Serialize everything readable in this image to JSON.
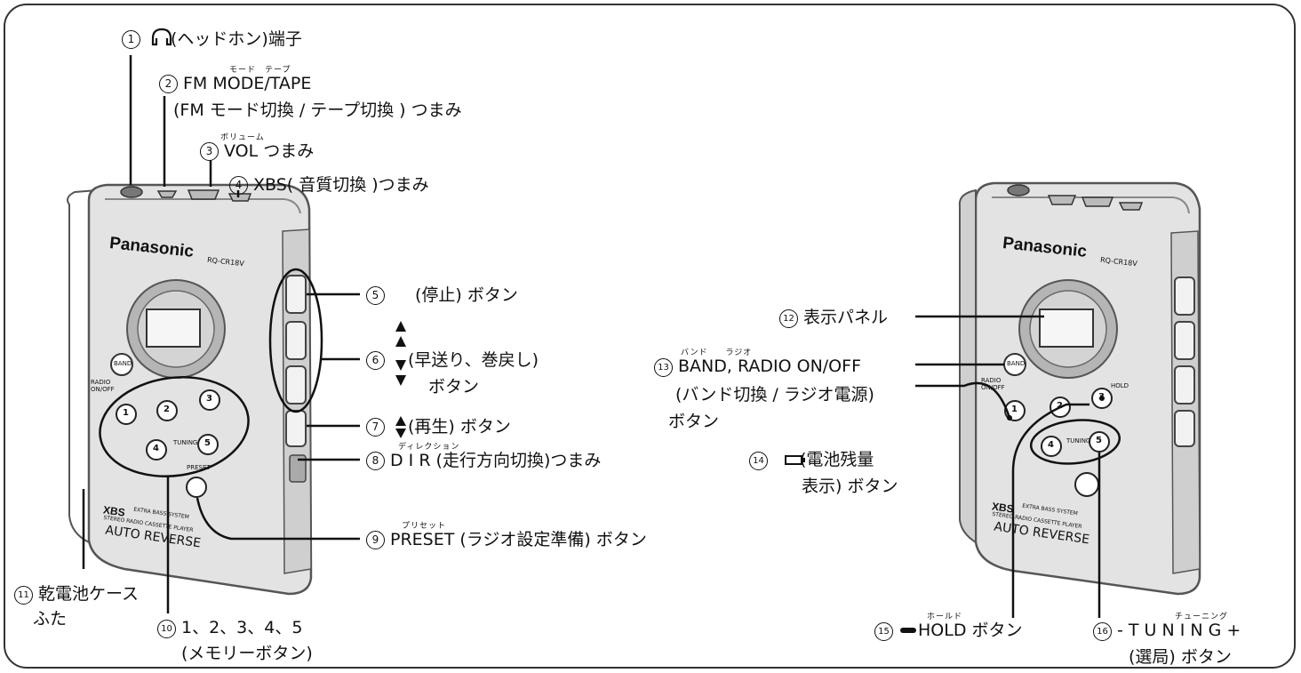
{
  "colors": {
    "line": "#111111",
    "device_body": "#e6e6e6",
    "device_edge": "#9a9a9a",
    "display": "#cfcfcf"
  },
  "device_left": {
    "brand": "Panasonic",
    "model": "RQ-CR18V",
    "xbs": "XBS",
    "xbs_sub": "EXTRA BASS SYSTEM",
    "stereo": "STEREO RADIO CASSETTE PLAYER",
    "auto_reverse": "AUTO REVERSE",
    "band_btn": "BAND",
    "radio_onoff": "RADIO ON/OFF",
    "tuning": "TUNING",
    "preset": "PRESET",
    "memory_buttons": [
      "1",
      "2",
      "3",
      "4",
      "5"
    ]
  },
  "device_right": {
    "brand": "Panasonic",
    "model": "RQ-CR18V",
    "xbs": "XBS",
    "xbs_sub": "EXTRA BASS SYSTEM",
    "stereo": "STEREO RADIO CASSETTE PLAYER",
    "auto_reverse": "AUTO REVERSE",
    "band_btn": "BAND",
    "radio_onoff": "RADIO ON/OFF",
    "tuning": "TUNING",
    "hold": "HOLD",
    "memory_buttons": [
      "1",
      "2",
      "3",
      "4",
      "5"
    ]
  },
  "labels": {
    "l1": {
      "num": "1",
      "text": "(ヘッドホン)端子"
    },
    "l2": {
      "num": "2",
      "ruby": "モード　テープ",
      "text": "FM MODE/TAPE",
      "text2": "(FM モード切換 / テープ切換 ) つまみ"
    },
    "l3": {
      "num": "3",
      "ruby": "ボリューム",
      "text": "VOL つまみ"
    },
    "l4": {
      "num": "4",
      "text": "XBS( 音質切換 )つまみ"
    },
    "l5": {
      "num": "5",
      "text": "(停止) ボタン"
    },
    "l6": {
      "num": "6",
      "text": "(早送り、巻戻し)",
      "text2": "ボタン"
    },
    "l7": {
      "num": "7",
      "text": "(再生) ボタン"
    },
    "l8": {
      "num": "8",
      "ruby": "ディレクション",
      "text": "D I R (走行方向切換)つまみ"
    },
    "l9": {
      "num": "9",
      "ruby": "プリセット",
      "text": "PRESET (ラジオ設定準備) ボタン"
    },
    "l10": {
      "num": "10",
      "text": "1、2、3、4、5",
      "text2": "(メモリーボタン)"
    },
    "l11": {
      "num": "11",
      "text": "乾電池ケース",
      "text2": "ふた"
    },
    "l12": {
      "num": "12",
      "text": "表示パネル"
    },
    "l13": {
      "num": "13",
      "ruby": "バンド　　ラジオ",
      "text": "BAND, RADIO ON/OFF",
      "text2": "(バンド切換 / ラジオ電源)",
      "text3": "ボタン"
    },
    "l14": {
      "num": "14",
      "text": "(電池残量",
      "text2": "表示) ボタン"
    },
    "l15": {
      "num": "15",
      "ruby": "ホールド",
      "text": "HOLD ボタン"
    },
    "l16": {
      "num": "16",
      "ruby": "チューニング",
      "text": "- T U N I N G +",
      "text2": "(選局) ボタン"
    }
  }
}
